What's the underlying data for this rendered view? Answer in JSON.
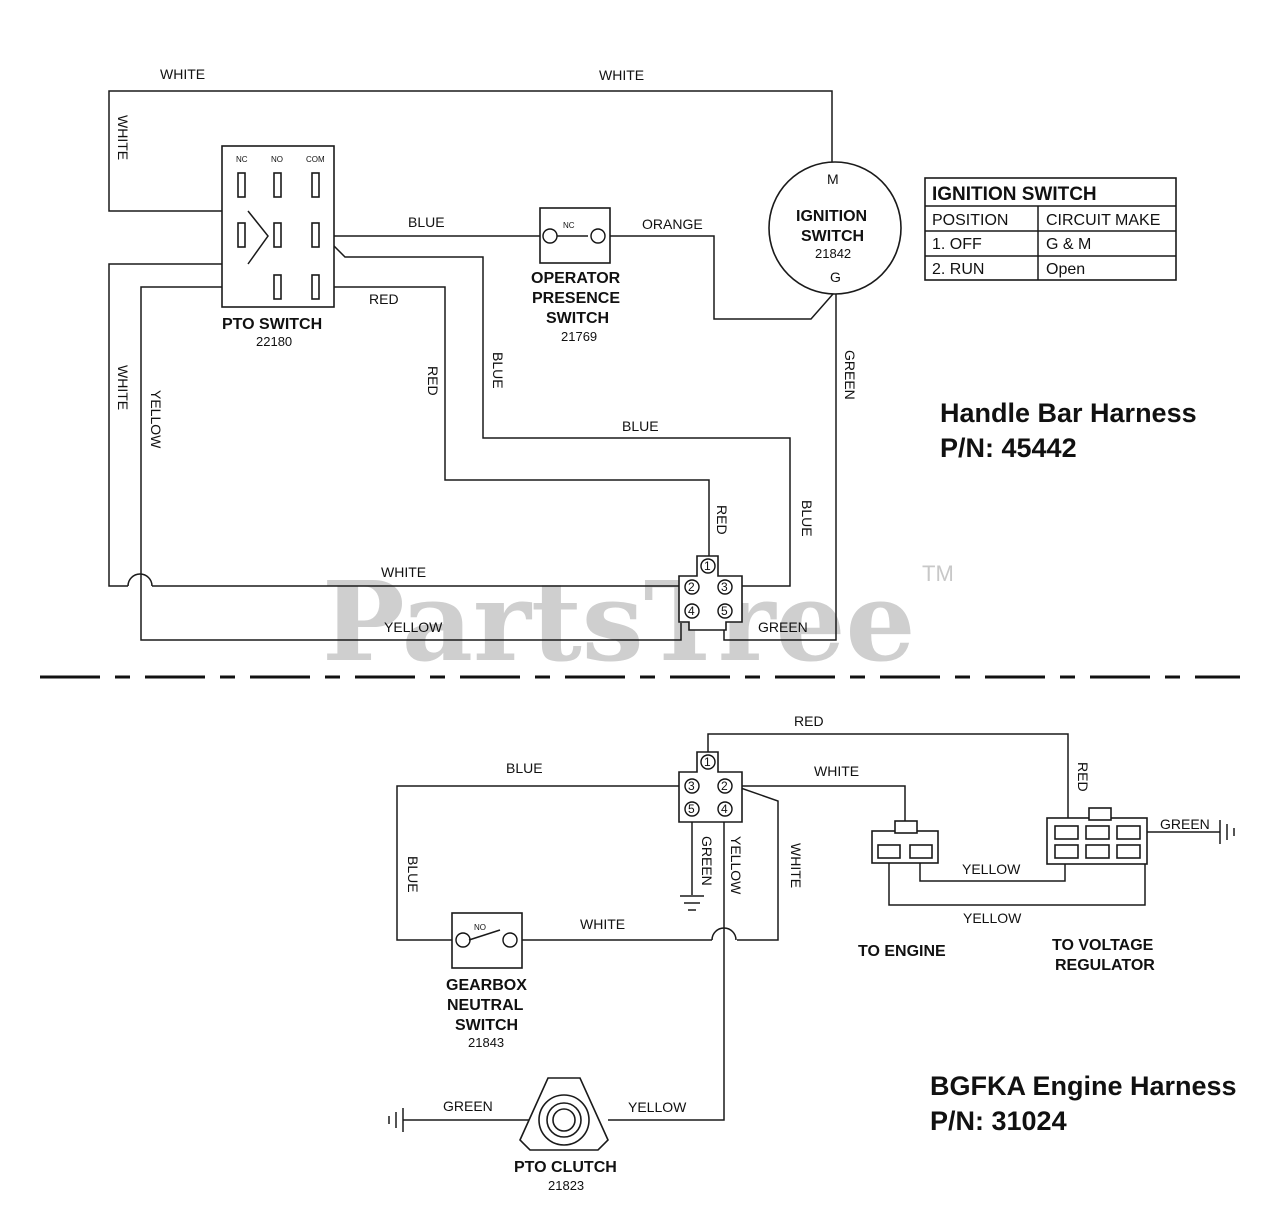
{
  "watermark": {
    "text": "PartsTree",
    "tm": "TM"
  },
  "handlebar": {
    "title": "Handle Bar Harness",
    "pn": "P/N: 45442",
    "pto_switch": {
      "name": "PTO SWITCH",
      "num": "22180",
      "nc": "NC",
      "no": "NO",
      "com": "COM"
    },
    "ops": {
      "name1": "OPERATOR",
      "name2": "PRESENCE",
      "name3": "SWITCH",
      "num": "21769",
      "mark": "NC"
    },
    "ignition": {
      "name1": "IGNITION",
      "name2": "SWITCH",
      "num": "21842",
      "m": "M",
      "g": "G"
    },
    "connector_pins": [
      "1",
      "2",
      "3",
      "4",
      "5"
    ],
    "wires": {
      "white_top_left": "WHITE",
      "white_top_right": "WHITE",
      "white_left_vertical": "WHITE",
      "blue_to_ops": "BLUE",
      "orange": "ORANGE",
      "red_short": "RED",
      "red_vertical": "RED",
      "blue_vertical": "BLUE",
      "blue_horizontal": "BLUE",
      "green_vertical": "GREEN",
      "white_left_lower": "WHITE",
      "yellow_vertical": "YELLOW",
      "red_connector": "RED",
      "blue_connector": "BLUE",
      "white_bottom": "WHITE",
      "yellow_bottom": "YELLOW",
      "green_bottom": "GREEN"
    }
  },
  "ignition_table": {
    "title": "IGNITION SWITCH",
    "headers": [
      "POSITION",
      "CIRCUIT MAKE"
    ],
    "rows": [
      [
        "1. OFF",
        "G & M"
      ],
      [
        "2. RUN",
        "Open"
      ]
    ]
  },
  "engine": {
    "title": "BGFKA Engine Harness",
    "pn": "P/N: 31024",
    "gearbox": {
      "name1": "GEARBOX",
      "name2": "NEUTRAL",
      "name3": "SWITCH",
      "num": "21843",
      "mark": "NO"
    },
    "pto_clutch": {
      "name": "PTO CLUTCH",
      "num": "21823"
    },
    "to_engine": "TO ENGINE",
    "to_vr1": "TO VOLTAGE",
    "to_vr2": "REGULATOR",
    "connector_pins": [
      "1",
      "2",
      "3",
      "4",
      "5"
    ],
    "wires": {
      "red_top": "RED",
      "red_vertical": "RED",
      "blue_top": "BLUE",
      "blue_vertical": "BLUE",
      "white_to_engine": "WHITE",
      "green_ground": "GREEN",
      "yellow_vertical": "YELLOW",
      "white_vertical": "WHITE",
      "white_gearbox": "WHITE",
      "yellow_engine_1": "YELLOW",
      "yellow_engine_2": "YELLOW",
      "green_vr": "GREEN",
      "green_clutch": "GREEN",
      "yellow_clutch": "YELLOW"
    }
  }
}
